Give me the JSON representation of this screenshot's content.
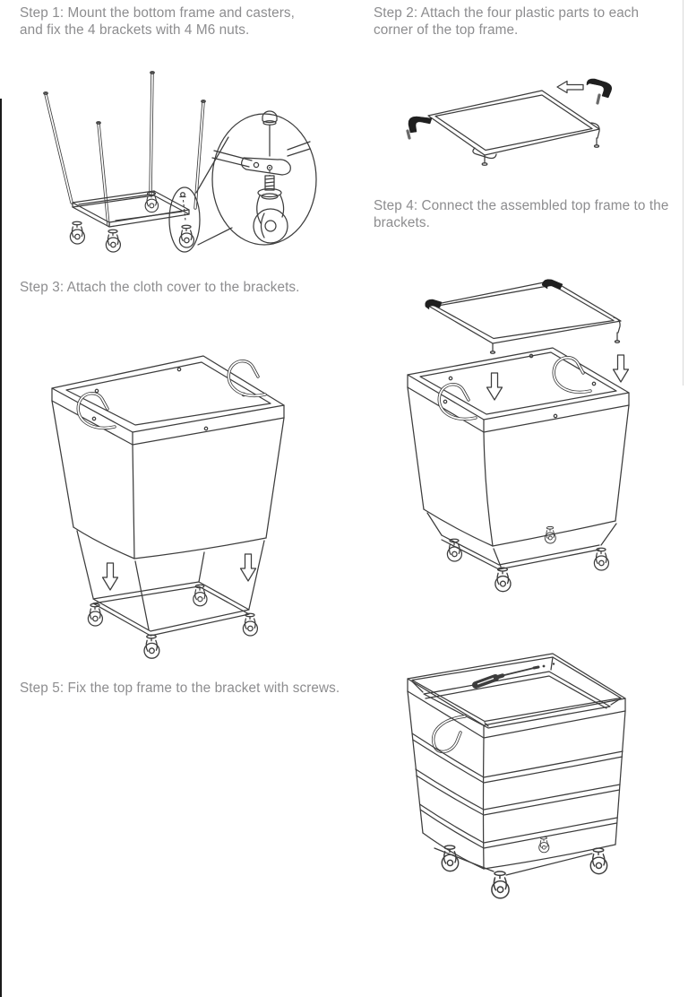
{
  "document": {
    "type": "assembly-instructions",
    "background": "#ffffff",
    "text_color": "#8d8d8f",
    "line_art_color": "#3d3d3d",
    "edge_line_color": "#1a1a1a"
  },
  "steps": [
    {
      "id": "step-1",
      "line1": "Step 1: Mount the bottom frame and casters,",
      "line2": "and fix the 4 brackets with 4 M6 nuts.",
      "illustration": "bottom-frame-casters-nut-detail-illustration"
    },
    {
      "id": "step-2",
      "line1": "Step 2: Attach the four plastic parts to each",
      "line2": "corner of the top frame.",
      "illustration": "top-frame-plastic-corners-illustration"
    },
    {
      "id": "step-3",
      "line1": "Step 3: Attach the cloth cover to the brackets.",
      "line2": "",
      "illustration": "cloth-cover-onto-brackets-illustration"
    },
    {
      "id": "step-4",
      "line1": "Step 4: Connect the assembled top frame to the",
      "line2": "brackets.",
      "illustration": "top-frame-onto-cart-illustration"
    },
    {
      "id": "step-5",
      "line1": "Step 5: Fix the top frame to the bracket with screws.",
      "line2": "",
      "illustration": "finished-cart-screwdriver-illustration"
    }
  ]
}
